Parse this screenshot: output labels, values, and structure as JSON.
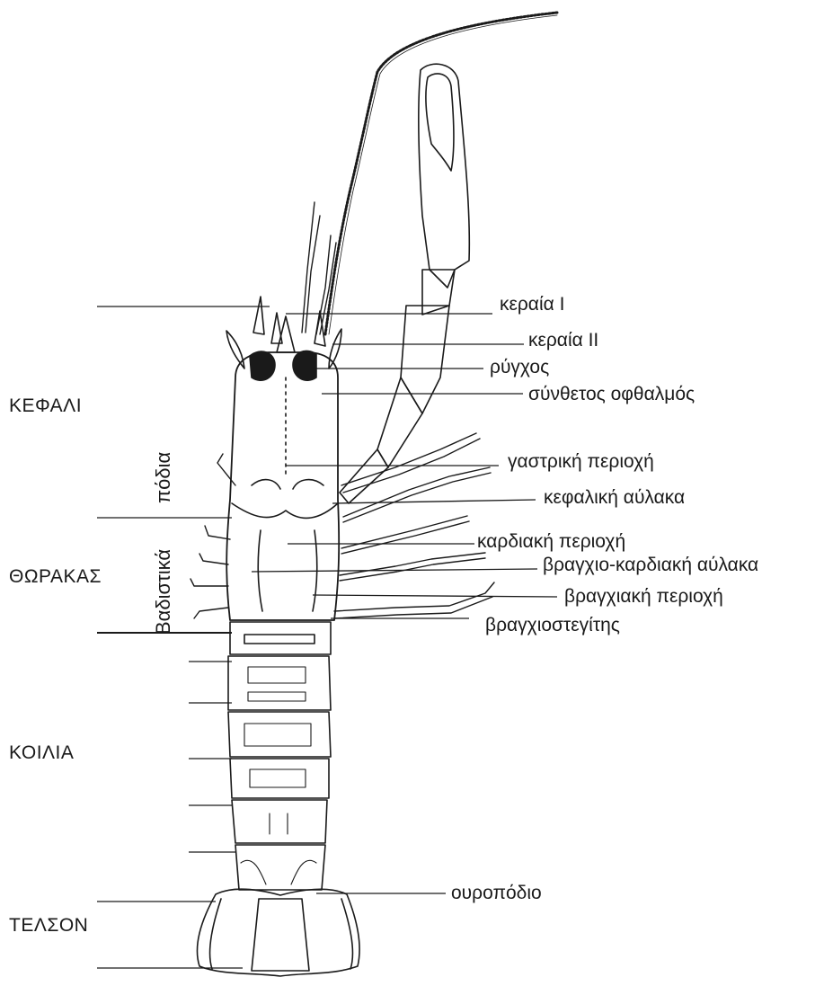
{
  "regions": {
    "head": "ΚΕΦΑΛΙ",
    "thorax": "ΘΩΡΑΚΑΣ",
    "abdomen": "ΚΟΙΛΙΑ",
    "telson": "ΤΕΛΣΟΝ"
  },
  "legs": {
    "word1": "πόδια",
    "word2": "Βαδιστικά"
  },
  "labels": {
    "antenna1": "κεραία Ι",
    "antenna2": "κεραία ΙΙ",
    "rostrum": "ρύγχος",
    "compound_eye": "σύνθετος οφθαλμός",
    "gastric_region": "γαστρική περιοχή",
    "cephalic_groove": "κεφαλική αύλακα",
    "cardiac_region": "καρδιακή περιοχή",
    "branchiocardiac_groove": "βραγχιο-καρδιακή αύλακα",
    "branchial_region": "βραγχιακή περιοχή",
    "branchiostegite": "βραγχιοστεγίτης",
    "uropod": "ουροπόδιο"
  },
  "colors": {
    "ink": "#1a1a1a",
    "background": "#ffffff"
  }
}
